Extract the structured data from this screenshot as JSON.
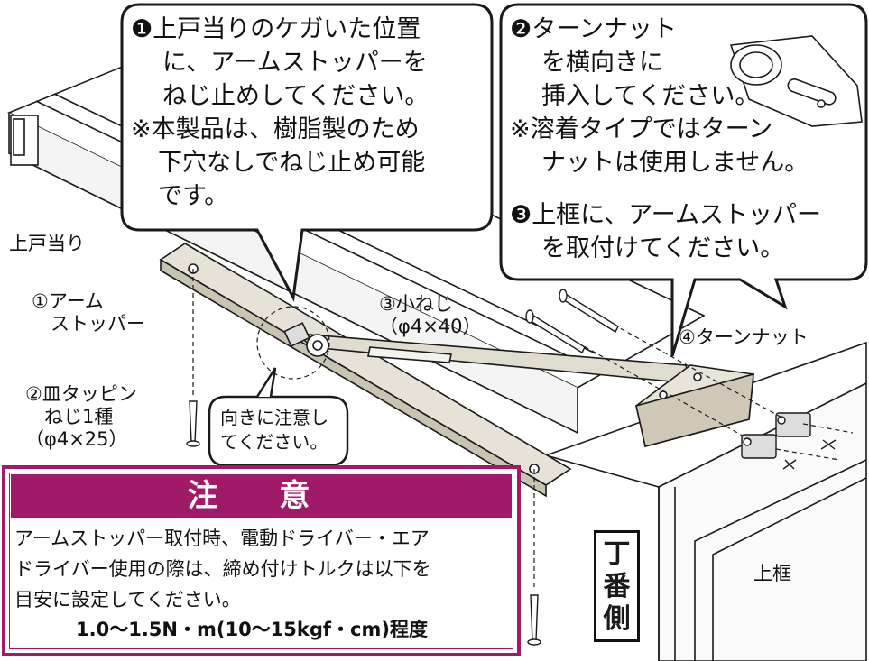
{
  "bubble1": {
    "line1": "❶上戸当りのケガいた位置",
    "line2": "に、アームストッパーを",
    "line3": "ねじ止めしてください。",
    "line4": "※本製品は、樹脂製のため",
    "line5": "下穴なしでねじ止め可能",
    "line6": "です。"
  },
  "bubble2": {
    "line1": "❷ターンナット",
    "line2": "を横向きに",
    "line3": "挿入してください。",
    "line4": "※溶着タイプではターン",
    "line5": "ナットは使用しません。",
    "line6": "❸上框に、アームストッパー",
    "line7": "を取付けてください。"
  },
  "labels": {
    "upper_stop": "上戸当り",
    "arm_stopper": "①アーム\n　ストッパー",
    "tapping_screw": "②皿タッピン\n　ねじ1種\n（φ4×25）",
    "small_screw": "③小ねじ\n（φ4×40）",
    "turn_nut": "④ターンナット",
    "note_direction": "向きに注意し\nてください。",
    "upper_frame": "上框"
  },
  "caution": {
    "title": "注 意",
    "body": "アームストッパー取付時、電動ドライバー・エア\nドライバー使用の際は、締め付けトルクは以下を\n目安に設定してください。",
    "spec": "1.0〜1.5N・m(10〜15kgf・cm)程度"
  },
  "hinge_side": "丁\n番\n側",
  "colors": {
    "accent": "#a11a6a",
    "line": "#1a1a1a",
    "metal": "#d9d4c8"
  }
}
